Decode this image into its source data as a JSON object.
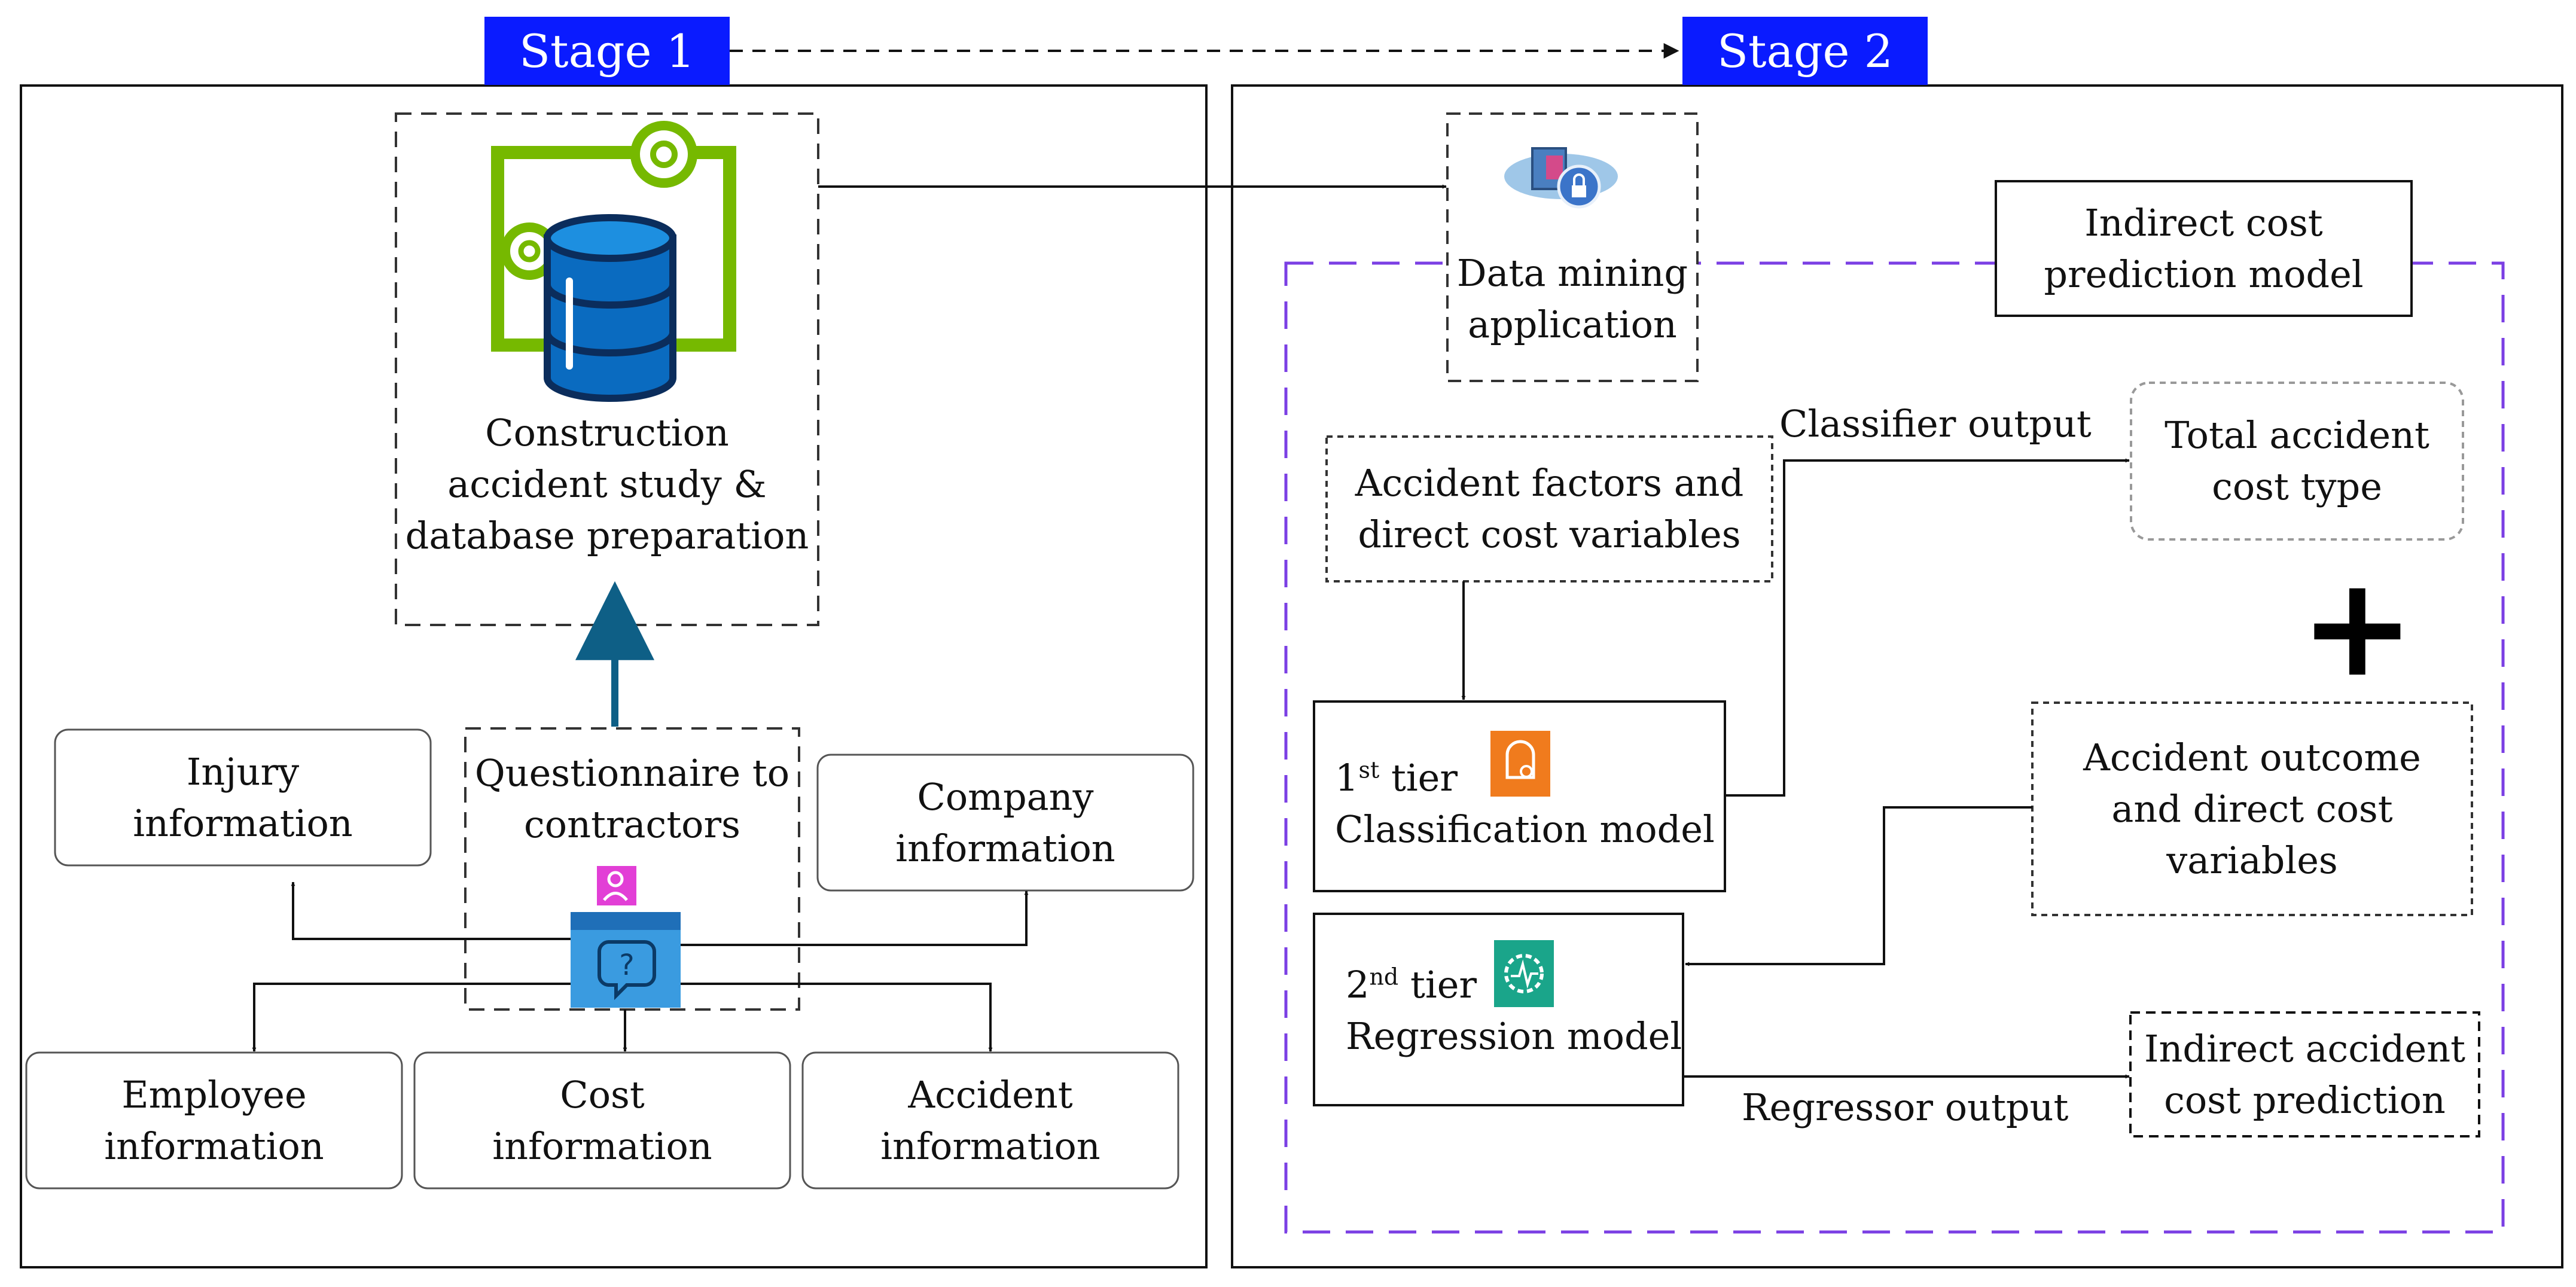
{
  "stage1": {
    "label": "Stage 1"
  },
  "stage2": {
    "label": "Stage 2"
  },
  "construction_box": {
    "lines": [
      "Construction",
      "accident study &",
      "database preparation"
    ]
  },
  "questionnaire": {
    "lines": [
      "Questionnaire to",
      "contractors"
    ]
  },
  "injury": {
    "lines": [
      "Injury",
      "information"
    ]
  },
  "company": {
    "lines": [
      "Company",
      "information"
    ]
  },
  "employee": {
    "lines": [
      "Employee",
      "information"
    ]
  },
  "cost": {
    "lines": [
      "Cost",
      "information"
    ]
  },
  "accident_info": {
    "lines": [
      "Accident",
      "information"
    ]
  },
  "data_mining": {
    "lines": [
      "Data mining",
      "application"
    ]
  },
  "indirect_model": {
    "lines": [
      "Indirect cost",
      "prediction model"
    ]
  },
  "factors": {
    "lines": [
      "Accident factors and",
      "direct cost variables"
    ]
  },
  "classifier_output": "Classifier output",
  "total_cost": {
    "lines": [
      "Total accident",
      "cost type"
    ]
  },
  "plus_sign": "+",
  "tier1": {
    "ordinal": "1",
    "suffix": "st",
    "tier_word": " tier",
    "model": "Classification model"
  },
  "outcome": {
    "lines": [
      "Accident outcome",
      "and direct cost",
      "variables"
    ]
  },
  "tier2": {
    "ordinal": "2",
    "suffix": "nd",
    "tier_word": " tier",
    "model": "Regression model"
  },
  "regressor_output": "Regressor output",
  "indirect_pred": {
    "lines": [
      "Indirect accident",
      "cost prediction"
    ]
  },
  "colors": {
    "stage_fill": "#0a1bff",
    "dashed_region": "#7b3fe4",
    "db_green": "#76b900",
    "db_blue": "#0a6bc0",
    "arrow_teal": "#0e5f86",
    "orange_icon": "#f07b1d",
    "teal_icon": "#1aa58a",
    "magenta_icon": "#e23fd6",
    "chat_blue": "#3a9be0"
  }
}
